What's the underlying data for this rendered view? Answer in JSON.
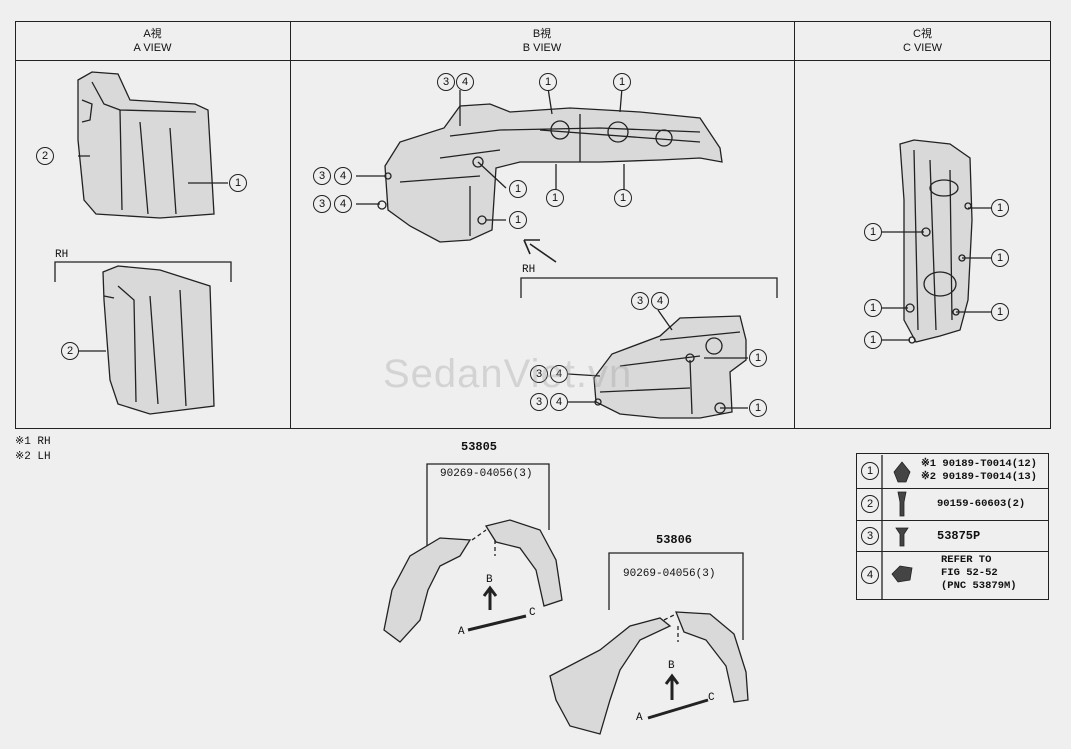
{
  "views": {
    "a": {
      "title_jp": "A視",
      "title_en": "A VIEW",
      "rh_label": "RH"
    },
    "b": {
      "title_jp": "B視",
      "title_en": "B VIEW",
      "rh_label": "RH"
    },
    "c": {
      "title_jp": "C視",
      "title_en": "C VIEW"
    }
  },
  "callouts": {
    "one": "1",
    "two": "2",
    "three": "3",
    "four": "4"
  },
  "notes": {
    "n1": "※1 RH",
    "n2": "※2 LH"
  },
  "assemblies": {
    "left": {
      "part_no": "53805",
      "sub_part": "90269-04056(3)",
      "dir_b": "B",
      "dir_a": "A",
      "dir_c": "C"
    },
    "right": {
      "part_no": "53806",
      "sub_part": "90269-04056(3)",
      "dir_b": "B",
      "dir_a": "A",
      "dir_c": "C"
    }
  },
  "parts_table": {
    "rows": [
      {
        "ref": "1",
        "lines": [
          "※1 90189-T0014(12)",
          "※2 90189-T0014(13)"
        ]
      },
      {
        "ref": "2",
        "lines": [
          "90159-60603(2)"
        ]
      },
      {
        "ref": "3",
        "lines": [
          "53875P"
        ]
      },
      {
        "ref": "4",
        "lines": [
          "REFER TO",
          "FIG 52-52",
          "(PNC 53879M)"
        ]
      }
    ]
  },
  "watermark": "SedanViet.vn"
}
